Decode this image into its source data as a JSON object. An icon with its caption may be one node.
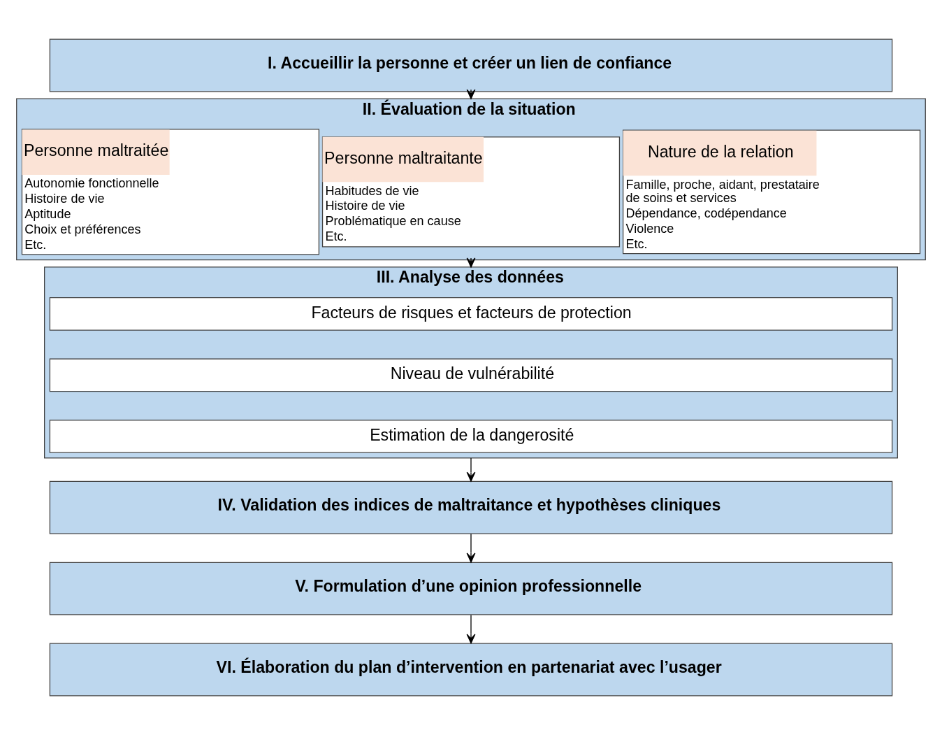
{
  "diagram": {
    "nodes": [
      {
        "text": [
          "I. Accueillir la personne et créer un lien de confiance"
        ]
      },
      {
        "text": [
          "II. Évaluation de la situation"
        ]
      },
      {
        "text": [
          "Personne maltraitée",
          "Autonomie fonctionnelle",
          "Histoire de vie",
          "Aptitude",
          "Choix et préférences",
          "Etc."
        ],
        "in": 1
      },
      {
        "text": [
          "Personne maltraitante",
          "Habitudes de vie",
          "Histoire de vie",
          "Problématique en cause",
          "Etc."
        ],
        "in": 1
      },
      {
        "text": [
          "Nature de la relation",
          "Famille, proche, aidant, prestataire de soins et services",
          "Dépendance, codépendance",
          "Violence",
          "Etc."
        ],
        "in": 1
      },
      {
        "text": [
          "III. Analyse des données"
        ]
      },
      {
        "text": [
          "Facteurs de risques et facteurs de protection"
        ],
        "in": 5
      },
      {
        "text": [
          "Niveau de vulnérabilité"
        ],
        "in": 5
      },
      {
        "text": [
          "Estimation de la dangerosité"
        ],
        "in": 5
      },
      {
        "text": [
          "IV. Validation des indices de maltraitance et hypothèses cliniques"
        ]
      },
      {
        "text": [
          "V. Formulation d’une opinion professionnelle"
        ]
      },
      {
        "text": [
          "VI. Élaboration du plan d’intervention en partenariat avec l’usager"
        ]
      }
    ],
    "edges": [
      {
        "from": 0,
        "to": 1,
        "arrow": "to"
      },
      {
        "from": 1,
        "to": 5,
        "arrow": "to"
      },
      {
        "from": 5,
        "to": 9,
        "arrow": "to"
      },
      {
        "from": 9,
        "to": 10,
        "arrow": "to"
      },
      {
        "from": 10,
        "to": 11,
        "arrow": "to"
      }
    ]
  }
}
